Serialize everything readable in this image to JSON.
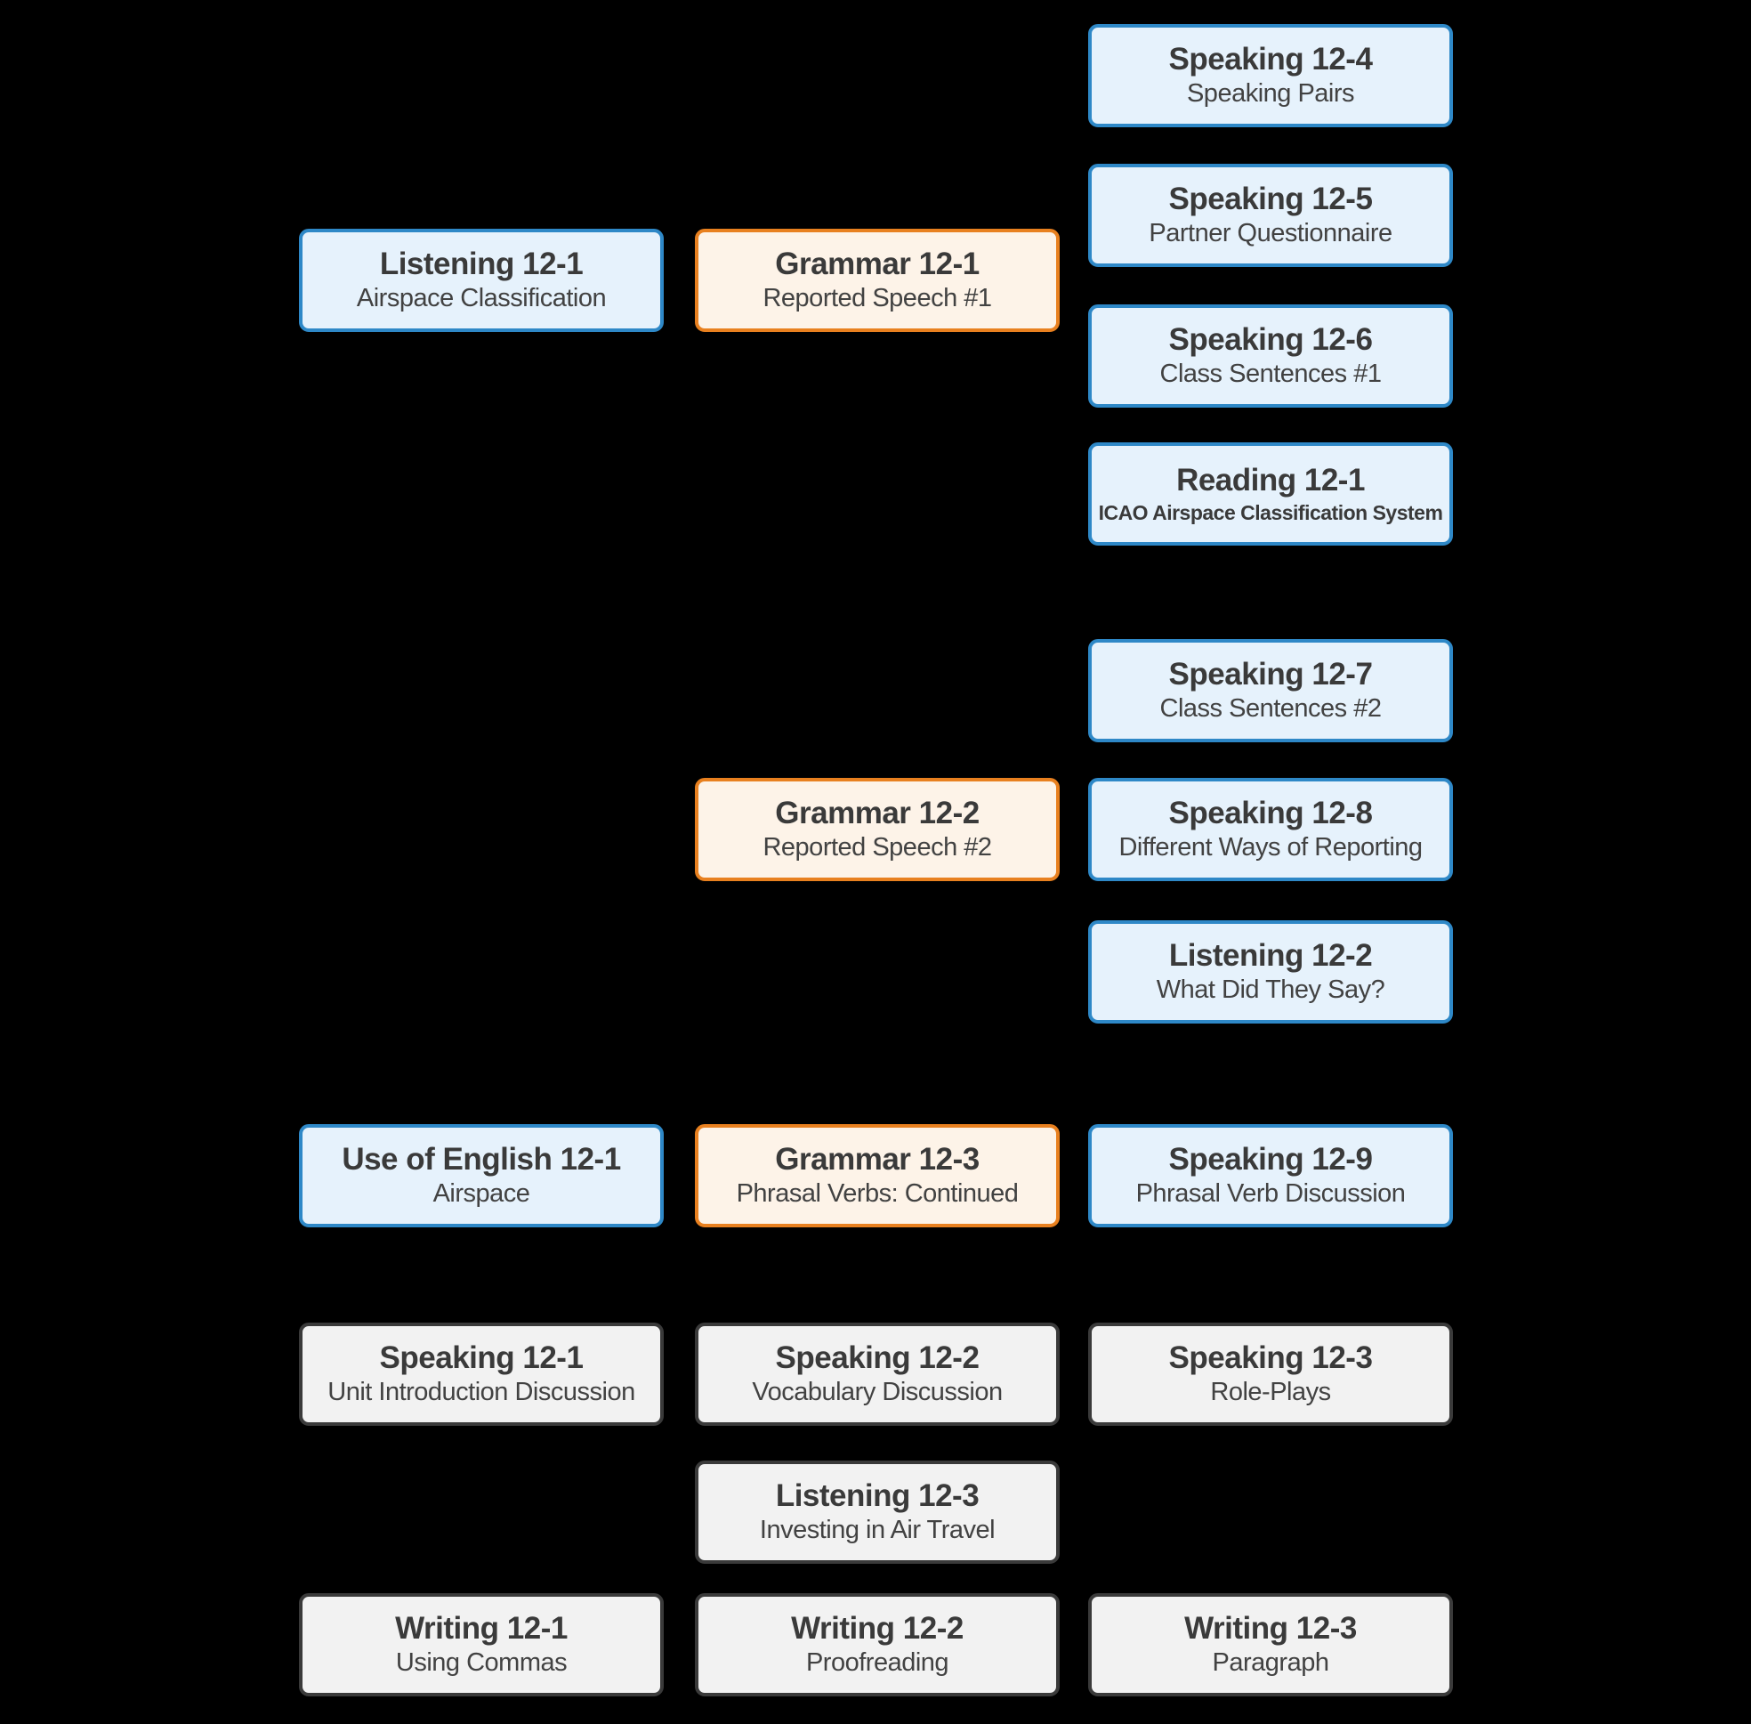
{
  "diagram": {
    "description": "Unit 12 lesson flow diagram on black background",
    "background_color": "#000000",
    "colors": {
      "blue_fill": "#e6f2fc",
      "blue_border": "#2e88c7",
      "orange_fill": "#fdf3e8",
      "orange_border": "#e8801f",
      "gray_fill": "#f2f2f2",
      "gray_border": "#3a3a3a",
      "text": "#3a3a3a"
    },
    "nodes": [
      {
        "id": "listening-12-1",
        "title": "Listening 12-1",
        "subtitle": "Airspace Classification",
        "type": "blue"
      },
      {
        "id": "grammar-12-1",
        "title": "Grammar 12-1",
        "subtitle": "Reported Speech #1",
        "type": "orange"
      },
      {
        "id": "speaking-12-4",
        "title": "Speaking 12-4",
        "subtitle": "Speaking Pairs",
        "type": "blue"
      },
      {
        "id": "speaking-12-5",
        "title": "Speaking 12-5",
        "subtitle": "Partner Questionnaire",
        "type": "blue"
      },
      {
        "id": "speaking-12-6",
        "title": "Speaking 12-6",
        "subtitle": "Class Sentences #1",
        "type": "blue"
      },
      {
        "id": "reading-12-1",
        "title": "Reading 12-1",
        "subtitle": "ICAO Airspace Classification System",
        "type": "blue",
        "subtitle_emphasis": true
      },
      {
        "id": "speaking-12-7",
        "title": "Speaking 12-7",
        "subtitle": "Class Sentences #2",
        "type": "blue"
      },
      {
        "id": "grammar-12-2",
        "title": "Grammar 12-2",
        "subtitle": "Reported Speech #2",
        "type": "orange"
      },
      {
        "id": "speaking-12-8",
        "title": "Speaking 12-8",
        "subtitle": "Different Ways of Reporting",
        "type": "blue"
      },
      {
        "id": "listening-12-2",
        "title": "Listening 12-2",
        "subtitle": "What Did They Say?",
        "type": "blue"
      },
      {
        "id": "use-of-english-12-1",
        "title": "Use of English 12-1",
        "subtitle": "Airspace",
        "type": "blue"
      },
      {
        "id": "grammar-12-3",
        "title": "Grammar 12-3",
        "subtitle": "Phrasal Verbs: Continued",
        "type": "orange"
      },
      {
        "id": "speaking-12-9",
        "title": "Speaking 12-9",
        "subtitle": "Phrasal Verb Discussion",
        "type": "blue"
      },
      {
        "id": "speaking-12-1",
        "title": "Speaking 12-1",
        "subtitle": "Unit Introduction Discussion",
        "type": "gray"
      },
      {
        "id": "speaking-12-2",
        "title": "Speaking 12-2",
        "subtitle": "Vocabulary Discussion",
        "type": "gray"
      },
      {
        "id": "speaking-12-3",
        "title": "Speaking 12-3",
        "subtitle": "Role-Plays",
        "type": "gray"
      },
      {
        "id": "listening-12-3",
        "title": "Listening 12-3",
        "subtitle": "Investing in Air Travel",
        "type": "gray"
      },
      {
        "id": "writing-12-1",
        "title": "Writing 12-1",
        "subtitle": "Using Commas",
        "type": "gray"
      },
      {
        "id": "writing-12-2",
        "title": "Writing 12-2",
        "subtitle": "Proofreading",
        "type": "gray"
      },
      {
        "id": "writing-12-3",
        "title": "Writing 12-3",
        "subtitle": "Paragraph",
        "type": "gray"
      }
    ]
  }
}
